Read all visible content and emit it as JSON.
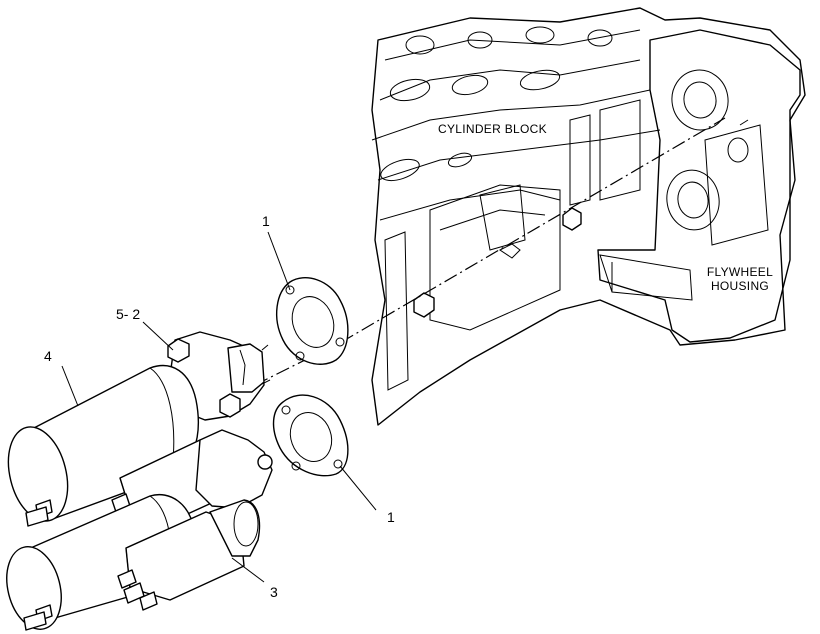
{
  "labels": {
    "cylinder_block": "CYLINDER BLOCK",
    "flywheel_housing_line1": "FLYWHEEL",
    "flywheel_housing_line2": "HOUSING"
  },
  "callouts": [
    {
      "id": "gasket-upper",
      "text": "1"
    },
    {
      "id": "gasket-lower",
      "text": "1"
    },
    {
      "id": "bolt",
      "text": "5- 2"
    },
    {
      "id": "starter-motor",
      "text": "4"
    },
    {
      "id": "solenoid",
      "text": "3"
    }
  ],
  "colors": {
    "line": "#000000",
    "background": "#ffffff"
  }
}
